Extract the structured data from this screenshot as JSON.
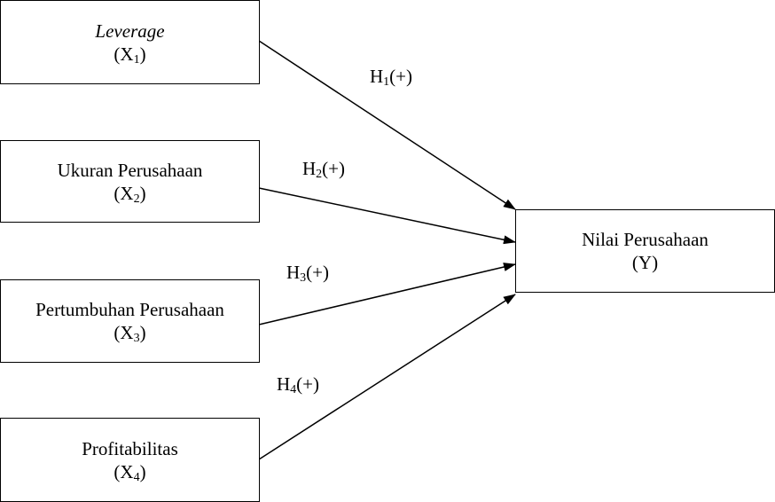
{
  "colors": {
    "line": "#000000",
    "background": "#ffffff"
  },
  "variables": [
    {
      "id": "x1",
      "label": "Leverage",
      "italic": true,
      "code_letter": "X",
      "code_sub": "1"
    },
    {
      "id": "x2",
      "label": "Ukuran Perusahaan",
      "italic": false,
      "code_letter": "X",
      "code_sub": "2"
    },
    {
      "id": "x3",
      "label": "Pertumbuhan Perusahaan",
      "italic": false,
      "code_letter": "X",
      "code_sub": "3"
    },
    {
      "id": "x4",
      "label": "Profitabilitas",
      "italic": false,
      "code_letter": "X",
      "code_sub": "4"
    }
  ],
  "dependent": {
    "label": "Nilai Perusahaan",
    "code_letter": "Y"
  },
  "hypotheses": [
    {
      "letter": "H",
      "sub": "1",
      "sign": "(+)",
      "from": "x1",
      "to": "y"
    },
    {
      "letter": "H",
      "sub": "2",
      "sign": "(+)",
      "from": "x2",
      "to": "y"
    },
    {
      "letter": "H",
      "sub": "3",
      "sign": "(+)",
      "from": "x3",
      "to": "y"
    },
    {
      "letter": "H",
      "sub": "4",
      "sign": "(+)",
      "from": "x4",
      "to": "y"
    }
  ]
}
